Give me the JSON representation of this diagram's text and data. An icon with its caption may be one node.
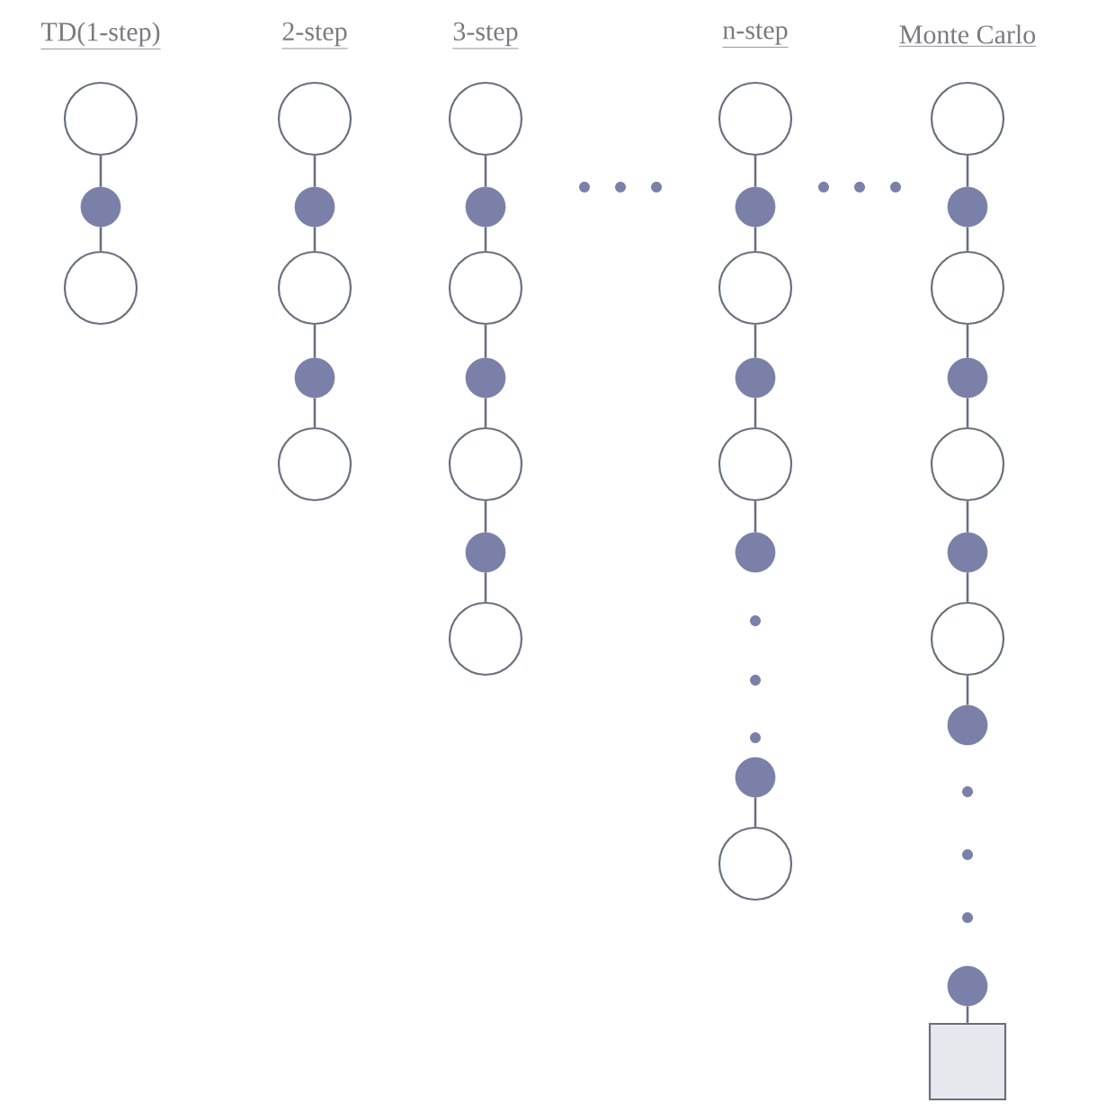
{
  "diagram": {
    "nodes": [
      {
        "text": [],
        "shape": "circle"
      },
      {
        "text": [],
        "shape": "dot"
      },
      {
        "text": [],
        "shape": "circle"
      },
      {
        "text": [],
        "shape": "circle"
      },
      {
        "text": [],
        "shape": "dot"
      },
      {
        "text": [],
        "shape": "circle"
      },
      {
        "text": [],
        "shape": "dot"
      },
      {
        "text": [],
        "shape": "circle"
      },
      {
        "text": [],
        "shape": "circle"
      },
      {
        "text": [],
        "shape": "dot"
      },
      {
        "text": [],
        "shape": "circle"
      },
      {
        "text": [],
        "shape": "dot"
      },
      {
        "text": [],
        "shape": "circle"
      },
      {
        "text": [],
        "shape": "dot"
      },
      {
        "text": [],
        "shape": "circle"
      },
      {
        "text": [],
        "shape": "circle"
      },
      {
        "text": [],
        "shape": "dot"
      },
      {
        "text": [],
        "shape": "circle"
      },
      {
        "text": [],
        "shape": "dot"
      },
      {
        "text": [],
        "shape": "circle"
      },
      {
        "text": [],
        "shape": "dot"
      },
      {
        "text": [],
        "shape": "dot"
      },
      {
        "text": [],
        "shape": "circle"
      },
      {
        "text": [],
        "shape": "circle"
      },
      {
        "text": [],
        "shape": "dot"
      },
      {
        "text": [],
        "shape": "circle"
      },
      {
        "text": [],
        "shape": "dot"
      },
      {
        "text": [],
        "shape": "circle"
      },
      {
        "text": [],
        "shape": "dot"
      },
      {
        "text": [],
        "shape": "circle"
      },
      {
        "text": [],
        "shape": "dot"
      },
      {
        "text": [],
        "shape": "dot"
      },
      {
        "text": [],
        "shape": "box"
      }
    ],
    "edges": [
      {
        "from": 0,
        "to": 1,
        "arrow": "none"
      },
      {
        "from": 1,
        "to": 2,
        "arrow": "none"
      },
      {
        "from": 3,
        "to": 4,
        "arrow": "none"
      },
      {
        "from": 4,
        "to": 5,
        "arrow": "none"
      },
      {
        "from": 5,
        "to": 6,
        "arrow": "none"
      },
      {
        "from": 6,
        "to": 7,
        "arrow": "none"
      },
      {
        "from": 8,
        "to": 9,
        "arrow": "none"
      },
      {
        "from": 9,
        "to": 10,
        "arrow": "none"
      },
      {
        "from": 10,
        "to": 11,
        "arrow": "none"
      },
      {
        "from": 11,
        "to": 12,
        "arrow": "none"
      },
      {
        "from": 12,
        "to": 13,
        "arrow": "none"
      },
      {
        "from": 13,
        "to": 14,
        "arrow": "none"
      },
      {
        "from": 15,
        "to": 16,
        "arrow": "none"
      },
      {
        "from": 16,
        "to": 17,
        "arrow": "none"
      },
      {
        "from": 17,
        "to": 18,
        "arrow": "none"
      },
      {
        "from": 18,
        "to": 19,
        "arrow": "none"
      },
      {
        "from": 19,
        "to": 20,
        "arrow": "none"
      },
      {
        "from": 21,
        "to": 22,
        "arrow": "none"
      },
      {
        "from": 23,
        "to": 24,
        "arrow": "none"
      },
      {
        "from": 24,
        "to": 25,
        "arrow": "none"
      },
      {
        "from": 25,
        "to": 26,
        "arrow": "none"
      },
      {
        "from": 26,
        "to": 27,
        "arrow": "none"
      },
      {
        "from": 27,
        "to": 28,
        "arrow": "none"
      },
      {
        "from": 28,
        "to": 29,
        "arrow": "none"
      },
      {
        "from": 29,
        "to": 30,
        "arrow": "none"
      },
      {
        "from": 31,
        "to": 32,
        "arrow": "none"
      }
    ],
    "labels": [
      "TD(1-step)",
      "2-step",
      "3-step",
      "n-step",
      "Monte Carlo"
    ]
  }
}
